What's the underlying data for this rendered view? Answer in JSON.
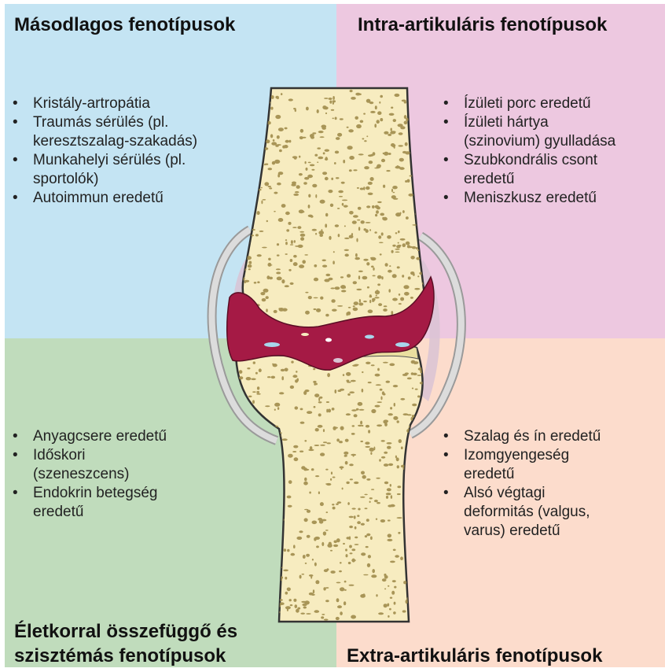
{
  "quadrants": {
    "top_left": {
      "title": "Másodlagos fenotípusok",
      "items": [
        [
          "Kristály-artropátia"
        ],
        [
          "Traumás sérülés (pl.",
          "keresztszalag-szakadás)"
        ],
        [
          "Munkahelyi sérülés (pl.",
          "sportolók)"
        ],
        [
          "Autoimmun eredetű"
        ]
      ]
    },
    "top_right": {
      "title": "Intra-artikuláris fenotípusok",
      "items": [
        [
          "Ízületi porc eredetű"
        ],
        [
          "Ízületi hártya",
          "(szinovium) gyulladása"
        ],
        [
          "Szubkondrális csont",
          "eredetű"
        ],
        [
          "Meniszkusz eredetű"
        ]
      ]
    },
    "bottom_left": {
      "title_line1": "Életkorral összefüggő és",
      "title_line2": "szisztémás fenotípusok",
      "items": [
        [
          "Anyagcsere eredetű"
        ],
        [
          "Időskori",
          "(szeneszcens)"
        ],
        [
          "Endokrin betegség",
          "eredetű"
        ]
      ]
    },
    "bottom_right": {
      "title": "Extra-artikuláris fenotípusok",
      "items": [
        [
          "Szalag és ín eredetű"
        ],
        [
          "Izomgyengeség",
          "eredetű"
        ],
        [
          "Alsó végtagi",
          "deformitás (valgus,",
          "varus) eredetű"
        ]
      ]
    }
  },
  "bullet": "•",
  "colors": {
    "top_left": "#c4e4f3",
    "top_right": "#edc8e0",
    "bottom_left": "#c0dcbc",
    "bottom_right": "#fcdccc",
    "bone": "#f7ecc0",
    "bone_pores": "#a08c4c",
    "cartilage": "#eadfa0",
    "synovium": "#a51a45",
    "capsule": "#c8c8c8"
  }
}
